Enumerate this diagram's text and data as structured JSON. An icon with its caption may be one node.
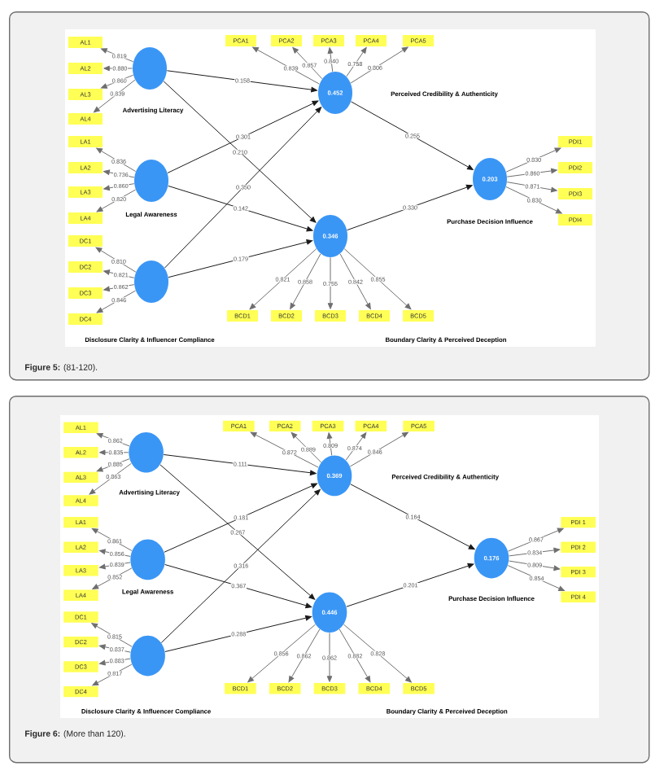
{
  "diagram": {
    "nodes": [
      {
        "text": [
          "**Figure 5:** (81-120)."
        ]
      },
      {
        "text": [],
        "shape": "circle",
        "beside": [
          "Advertising Literacy"
        ],
        "in": 0
      },
      {
        "text": [
          "AL1"
        ],
        "in": 0
      },
      {
        "text": [
          "AL2"
        ],
        "in": 0
      },
      {
        "text": [
          "AL3"
        ],
        "in": 0
      },
      {
        "text": [
          "AL4"
        ],
        "in": 0
      },
      {
        "text": [],
        "shape": "circle",
        "beside": [
          "Legal Awareness"
        ],
        "in": 0
      },
      {
        "text": [
          "LA1"
        ],
        "in": 0
      },
      {
        "text": [
          "LA2"
        ],
        "in": 0
      },
      {
        "text": [
          "LA3"
        ],
        "in": 0
      },
      {
        "text": [
          "LA4"
        ],
        "in": 0
      },
      {
        "text": [],
        "shape": "circle",
        "in": 0
      },
      {
        "text": [
          "DC1"
        ],
        "in": 0
      },
      {
        "text": [
          "DC2"
        ],
        "in": 0
      },
      {
        "text": [
          "DC3"
        ],
        "in": 0
      },
      {
        "text": [
          "DC4"
        ],
        "in": 0
      },
      {
        "text": [
          "0.452"
        ],
        "in": 0
      },
      {
        "text": [
          "PCA1"
        ],
        "in": 0
      },
      {
        "text": [
          "PCA2"
        ],
        "in": 0
      },
      {
        "text": [
          "PCA3"
        ],
        "in": 0
      },
      {
        "text": [
          "PCA4"
        ],
        "in": 0
      },
      {
        "text": [
          "PCA5"
        ],
        "in": 0
      },
      {
        "text": [
          "0.346"
        ],
        "in": 0
      },
      {
        "text": [
          "BCD1"
        ],
        "in": 0
      },
      {
        "text": [
          "BCD2"
        ],
        "in": 0
      },
      {
        "text": [
          "BCD3"
        ],
        "in": 0
      },
      {
        "text": [
          "BCD4"
        ],
        "in": 0
      },
      {
        "text": [
          "BCD5"
        ],
        "in": 0
      },
      {
        "text": [
          "0.203"
        ],
        "beside": [
          "Purchase Decision Influence"
        ],
        "in": 0
      },
      {
        "text": [
          "PDI1"
        ],
        "in": 0
      },
      {
        "text": [
          "PDI2"
        ],
        "in": 0
      },
      {
        "text": [
          "PDI3"
        ],
        "in": 0
      },
      {
        "text": [
          "PDI4"
        ],
        "in": 0
      },
      {
        "text": [
          "**Figure 6:** (More than 120)."
        ]
      },
      {
        "text": [],
        "shape": "circle",
        "beside": [
          "Advertising Literacy"
        ],
        "in": 33
      },
      {
        "text": [
          "AL1"
        ],
        "in": 33
      },
      {
        "text": [
          "AL2"
        ],
        "in": 33
      },
      {
        "text": [
          "AL3"
        ],
        "in": 33
      },
      {
        "text": [
          "AL4"
        ],
        "in": 33
      },
      {
        "text": [],
        "shape": "circle",
        "beside": [
          "Legal Awareness"
        ],
        "in": 33
      },
      {
        "text": [
          "LA1"
        ],
        "in": 33
      },
      {
        "text": [
          "LA2"
        ],
        "in": 33
      },
      {
        "text": [
          "LA3"
        ],
        "in": 33
      },
      {
        "text": [
          "LA4"
        ],
        "in": 33
      },
      {
        "text": [],
        "shape": "circle",
        "in": 33
      },
      {
        "text": [
          "DC1"
        ],
        "in": 33
      },
      {
        "text": [
          "DC2"
        ],
        "in": 33
      },
      {
        "text": [
          "DC3"
        ],
        "in": 33
      },
      {
        "text": [
          "DC4"
        ],
        "in": 33
      },
      {
        "text": [
          "0.369"
        ],
        "in": 33
      },
      {
        "text": [
          "PCA1"
        ],
        "in": 33
      },
      {
        "text": [
          "PCA2"
        ],
        "in": 33
      },
      {
        "text": [
          "PCA3"
        ],
        "in": 33
      },
      {
        "text": [
          "PCA4"
        ],
        "in": 33
      },
      {
        "text": [
          "PCA5"
        ],
        "in": 33
      },
      {
        "text": [
          "0.446"
        ],
        "in": 33
      },
      {
        "text": [
          "BCD1"
        ],
        "in": 33
      },
      {
        "text": [
          "BCD2"
        ],
        "in": 33
      },
      {
        "text": [
          "BCD3"
        ],
        "in": 33
      },
      {
        "text": [
          "BCD4"
        ],
        "in": 33
      },
      {
        "text": [
          "BCD5"
        ],
        "in": 33
      },
      {
        "text": [
          "0.176"
        ],
        "beside": [
          "Purchase Decision Influence"
        ],
        "in": 33
      },
      {
        "text": [
          "PDI 1"
        ],
        "in": 33
      },
      {
        "text": [
          "PDI 2"
        ],
        "in": 33
      },
      {
        "text": [
          "PDI 3"
        ],
        "in": 33
      },
      {
        "text": [
          "PDI 4"
        ],
        "in": 33
      }
    ],
    "edges": [
      {
        "from": 1,
        "to": 2,
        "arrow": "to",
        "label": "0.819"
      },
      {
        "from": 1,
        "to": 3,
        "arrow": "to",
        "label": "0.880"
      },
      {
        "from": 1,
        "to": 4,
        "arrow": "to",
        "label": "0.860"
      },
      {
        "from": 1,
        "to": 5,
        "arrow": "to",
        "label": "0.839"
      },
      {
        "from": 6,
        "to": 7,
        "arrow": "to",
        "label": "0.836"
      },
      {
        "from": 6,
        "to": 8,
        "arrow": "to",
        "label": "0.736"
      },
      {
        "from": 6,
        "to": 9,
        "arrow": "to",
        "label": "0.860"
      },
      {
        "from": 6,
        "to": 10,
        "arrow": "to",
        "label": "0.820"
      },
      {
        "from": 11,
        "to": 12,
        "arrow": "to",
        "label": "0.810"
      },
      {
        "from": 11,
        "to": 13,
        "arrow": "to",
        "label": "0.821"
      },
      {
        "from": 11,
        "to": 14,
        "arrow": "to",
        "label": "0.862"
      },
      {
        "from": 11,
        "to": 15,
        "arrow": "to",
        "label": "0.846"
      },
      {
        "from": 16,
        "to": 17,
        "arrow": "to",
        "label": "0.839"
      },
      {
        "from": 16,
        "to": 18,
        "arrow": "to",
        "label": "0.857"
      },
      {
        "from": 16,
        "to": 19,
        "arrow": "to",
        "label": "0.840"
      },
      {
        "from": 16,
        "to": 20,
        "arrow": "to",
        "label": "0.758"
      },
      {
        "from": 16,
        "to": 21,
        "arrow": "to",
        "label": "0.806"
      },
      {
        "from": 22,
        "to": 23,
        "arrow": "to",
        "label": "0.821"
      },
      {
        "from": 22,
        "to": 24,
        "arrow": "to",
        "label": "0.858"
      },
      {
        "from": 22,
        "to": 25,
        "arrow": "to",
        "label": "0.755"
      },
      {
        "from": 22,
        "to": 26,
        "arrow": "to",
        "label": "0.842"
      },
      {
        "from": 22,
        "to": 27,
        "arrow": "to",
        "label": "0.855"
      },
      {
        "from": 28,
        "to": 29,
        "arrow": "to",
        "label": "0.830"
      },
      {
        "from": 28,
        "to": 30,
        "arrow": "to",
        "label": "0.860"
      },
      {
        "from": 28,
        "to": 31,
        "arrow": "to",
        "label": "0.871"
      },
      {
        "from": 28,
        "to": 32,
        "arrow": "to",
        "label": "0.830"
      },
      {
        "from": 1,
        "to": 16,
        "arrow": "to",
        "label": "0.158",
        "color": "#1a1a1a"
      },
      {
        "from": 1,
        "to": 22,
        "arrow": "to",
        "label": "0.210",
        "color": "#1a1a1a"
      },
      {
        "from": 6,
        "to": 16,
        "arrow": "to",
        "label": "0.301",
        "color": "#1a1a1a"
      },
      {
        "from": 6,
        "to": 22,
        "arrow": "to",
        "label": "0.142",
        "color": "#1a1a1a"
      },
      {
        "from": 11,
        "to": 16,
        "arrow": "to",
        "label": "0.350",
        "color": "#1a1a1a"
      },
      {
        "from": 11,
        "to": 22,
        "arrow": "to",
        "label": "0.179",
        "color": "#1a1a1a"
      },
      {
        "from": 16,
        "to": 28,
        "arrow": "to",
        "label": "0.255",
        "color": "#1a1a1a"
      },
      {
        "from": 22,
        "to": 28,
        "arrow": "to",
        "label": "0.330",
        "color": "#1a1a1a"
      },
      {
        "from": 34,
        "to": 35,
        "arrow": "to",
        "label": "0.862"
      },
      {
        "from": 34,
        "to": 36,
        "arrow": "to",
        "label": "0.835"
      },
      {
        "from": 34,
        "to": 37,
        "arrow": "to",
        "label": "0.885"
      },
      {
        "from": 34,
        "to": 38,
        "arrow": "to",
        "label": "0.863"
      },
      {
        "from": 39,
        "to": 40,
        "arrow": "to",
        "label": "0.861"
      },
      {
        "from": 39,
        "to": 41,
        "arrow": "to",
        "label": "0.856"
      },
      {
        "from": 39,
        "to": 42,
        "arrow": "to",
        "label": "0.839"
      },
      {
        "from": 39,
        "to": 43,
        "arrow": "to",
        "label": "0.852"
      },
      {
        "from": 44,
        "to": 45,
        "arrow": "to",
        "label": "0.815"
      },
      {
        "from": 44,
        "to": 46,
        "arrow": "to",
        "label": "0.837"
      },
      {
        "from": 44,
        "to": 47,
        "arrow": "to",
        "label": "0.883"
      },
      {
        "from": 44,
        "to": 48,
        "arrow": "to",
        "label": "0.817"
      },
      {
        "from": 49,
        "to": 50,
        "arrow": "to",
        "label": "0.872"
      },
      {
        "from": 49,
        "to": 51,
        "arrow": "to",
        "label": "0.889"
      },
      {
        "from": 49,
        "to": 52,
        "arrow": "to",
        "label": "0.809"
      },
      {
        "from": 49,
        "to": 53,
        "arrow": "to",
        "label": "0.874"
      },
      {
        "from": 49,
        "to": 54,
        "arrow": "to",
        "label": "0.846"
      },
      {
        "from": 55,
        "to": 56,
        "arrow": "to",
        "label": "0.856"
      },
      {
        "from": 55,
        "to": 57,
        "arrow": "to",
        "label": "0.862"
      },
      {
        "from": 55,
        "to": 58,
        "arrow": "to",
        "label": "0.862"
      },
      {
        "from": 55,
        "to": 59,
        "arrow": "to",
        "label": "0.882"
      },
      {
        "from": 55,
        "to": 60,
        "arrow": "to",
        "label": "0.828"
      },
      {
        "from": 61,
        "to": 62,
        "arrow": "to",
        "label": "0.867"
      },
      {
        "from": 61,
        "to": 63,
        "arrow": "to",
        "label": "0.834"
      },
      {
        "from": 61,
        "to": 64,
        "arrow": "to",
        "label": "0.809"
      },
      {
        "from": 61,
        "to": 65,
        "arrow": "to",
        "label": "0.854"
      },
      {
        "from": 34,
        "to": 49,
        "arrow": "to",
        "label": "0.111",
        "color": "#1a1a1a"
      },
      {
        "from": 34,
        "to": 55,
        "arrow": "to",
        "label": "0.267",
        "color": "#1a1a1a"
      },
      {
        "from": 39,
        "to": 49,
        "arrow": "to",
        "label": "0.181",
        "color": "#1a1a1a"
      },
      {
        "from": 39,
        "to": 55,
        "arrow": "to",
        "label": "0.367",
        "color": "#1a1a1a"
      },
      {
        "from": 44,
        "to": 49,
        "arrow": "to",
        "label": "0.316",
        "color": "#1a1a1a"
      },
      {
        "from": 44,
        "to": 55,
        "arrow": "to",
        "label": "0.288",
        "color": "#1a1a1a"
      },
      {
        "from": 49,
        "to": 61,
        "arrow": "to",
        "label": "0.164",
        "color": "#1a1a1a"
      },
      {
        "from": 55,
        "to": 61,
        "arrow": "to",
        "label": "0.201",
        "color": "#1a1a1a"
      }
    ],
    "labels": [
      "Perceived Credibility & Authenticity",
      "Disclosure Clarity & Influencer Compliance",
      "Boundary Clarity & Perceived Deception",
      "Perceived Credibility & Authenticity",
      "Disclosure Clarity & Influencer Compliance",
      "Boundary Clarity & Perceived Deception"
    ]
  }
}
